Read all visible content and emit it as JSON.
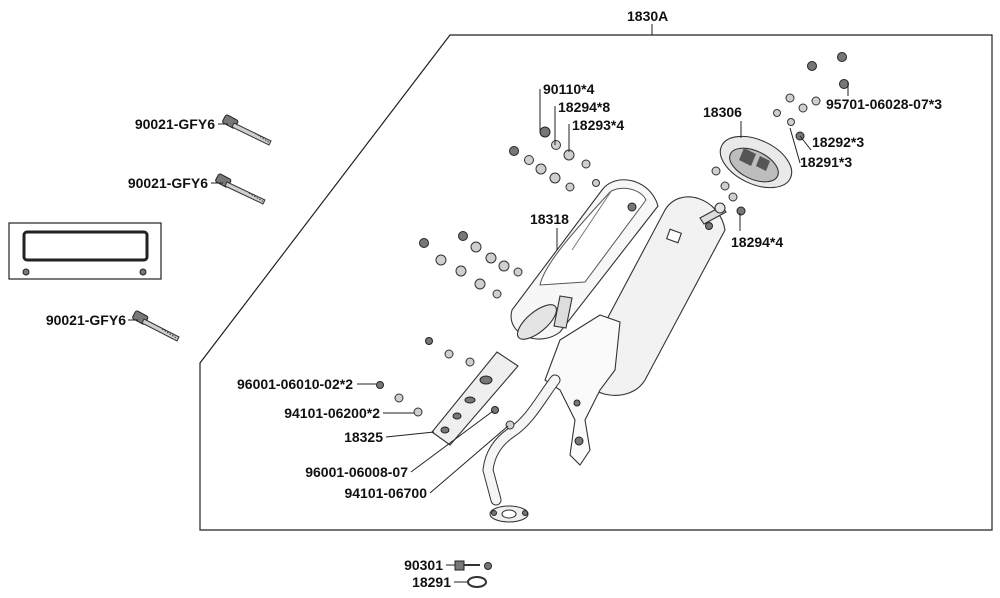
{
  "labels": {
    "assembly": "1830A",
    "bolt_top_1": "90021-GFY6",
    "bolt_top_2": "90021-GFY6",
    "bolt_bottom": "90021-GFY6",
    "screw_heat_shield": "90110*4",
    "washer_heat_shield": "18294*8",
    "collar_heat_shield": "18293*4",
    "heat_shield_main": "18318",
    "end_cap": "18306",
    "bolt_end_cap": "95701-06028-07*3",
    "collar_end_cap": "18292*3",
    "rubber_end_cap": "18291*3",
    "washer_end_cap": "18294*4",
    "bolt_guard": "96001-06010-02*2",
    "washer_guard": "94101-06200*2",
    "guard": "18325",
    "bolt_pipe": "96001-06008-07",
    "washer_pipe": "94101-06700",
    "stud": "90301",
    "gasket": "18291"
  }
}
